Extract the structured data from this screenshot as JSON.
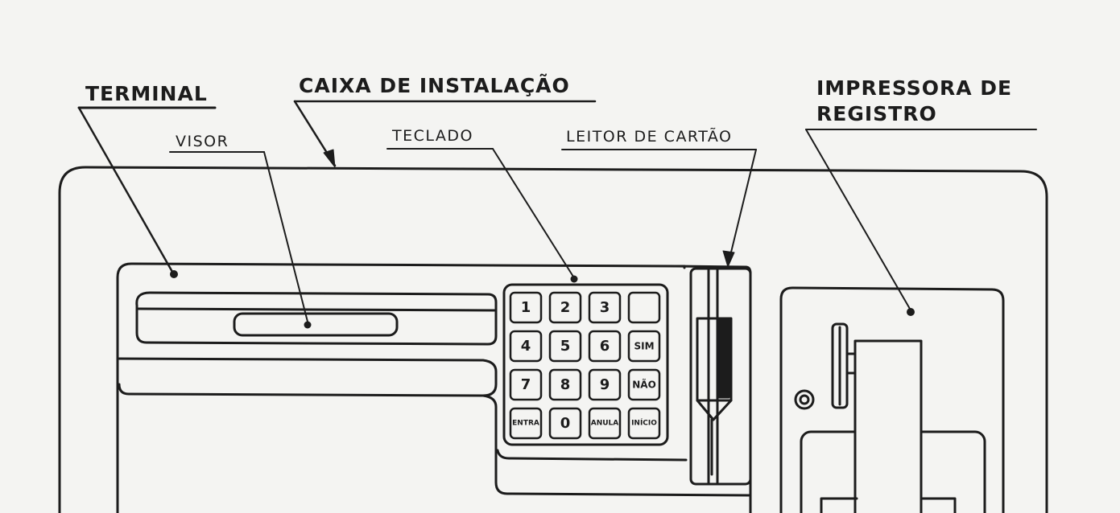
{
  "labels": {
    "terminal": "TERMINAL",
    "caixa": "CAIXA DE INSTALAÇÃO",
    "impressora_line1": "IMPRESSORA DE",
    "impressora_line2": "REGISTRO",
    "visor": "VISOR",
    "teclado": "TECLADO",
    "leitor": "LEITOR DE CARTÃO"
  },
  "keypad": {
    "rows": [
      [
        "1",
        "2",
        "3",
        ""
      ],
      [
        "4",
        "5",
        "6",
        "SIM"
      ],
      [
        "7",
        "8",
        "9",
        "NÃO"
      ],
      [
        "ENTRA",
        "0",
        "ANULA",
        "INÍCIO"
      ]
    ]
  }
}
